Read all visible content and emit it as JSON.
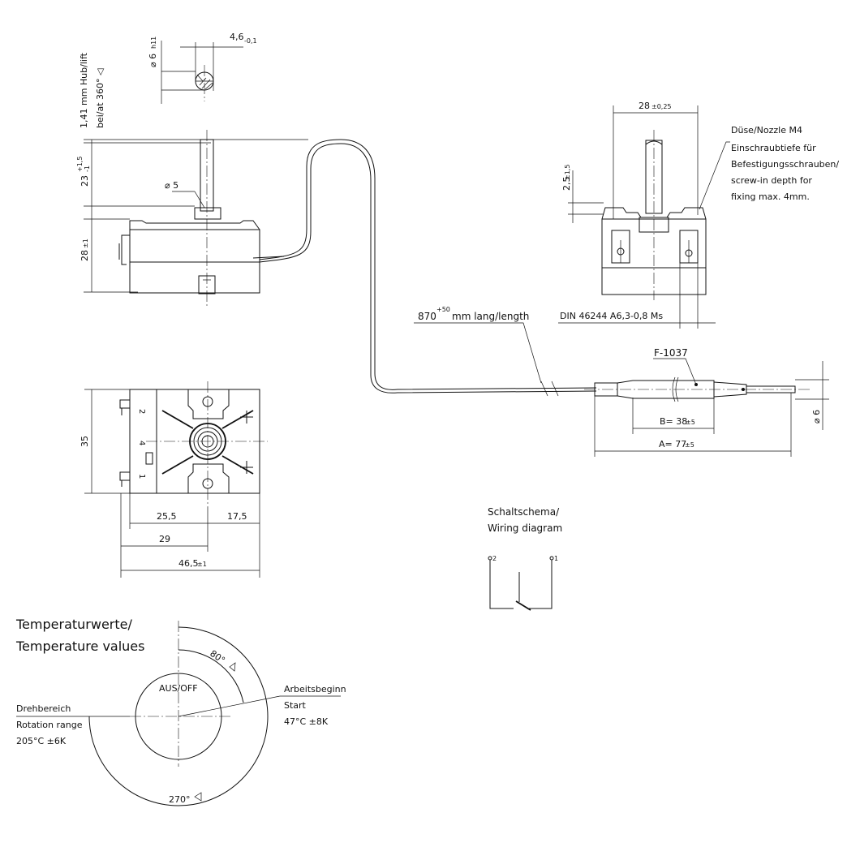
{
  "drawing": {
    "shaft_width": "4,6",
    "shaft_width_tol": "-0,1",
    "shaft_diameter": "⌀ 6",
    "shaft_diameter_tol": "h11",
    "stroke_line1": "1,41 mm Hub/lift",
    "stroke_line2": "bei/at 360° ◁",
    "height_shaft": "23",
    "height_shaft_tol_up": "+1,5",
    "height_shaft_tol_down": "-1",
    "collar_diameter": "⌀ 5",
    "height_body": "28",
    "height_body_tol": "±1",
    "top_width": "28",
    "top_width_tol": "±0,25",
    "nozzle_height": "2,5",
    "nozzle_height_tol": "±1,5",
    "nozzle_note": [
      "Düse/Nozzle M4",
      "Einschraubtiefe für",
      "Befestigungsschrauben/",
      "screw-in depth for",
      "fixing max. 4mm."
    ],
    "capillary_length": "870",
    "capillary_length_tol": "+50",
    "capillary_length_unit": "mm lang/length",
    "terminal_spec": "DIN 46244  A6,3-0,8 Ms",
    "bulb_id": "F-1037",
    "bulb_b": "B= 38",
    "bulb_b_tol": "±5",
    "bulb_a": "A= 77",
    "bulb_a_tol": "±5",
    "bulb_diameter": "⌀ 6",
    "base_height": "35",
    "base_25_5": "25,5",
    "base_17_5": "17,5",
    "base_29": "29",
    "base_total": "46,5",
    "base_total_tol": "±1",
    "terminal_2": "2",
    "terminal_4": "4",
    "terminal_1": "1",
    "wiring_title1": "Schaltschema/",
    "wiring_title2": "Wiring diagram",
    "wiring_p2": "2",
    "wiring_p1": "1",
    "temp_title1": "Temperaturwerte/",
    "temp_title2": "Temperature values",
    "angle_80": "80°",
    "angle_270": "270°",
    "aus_off": "AUS/OFF",
    "range_label1": "Drehbereich",
    "range_label2": "Rotation range",
    "range_value": "205°C ±6K",
    "start_label1": "Arbeitsbeginn",
    "start_label2": "Start",
    "start_value": "47°C ±8K"
  }
}
